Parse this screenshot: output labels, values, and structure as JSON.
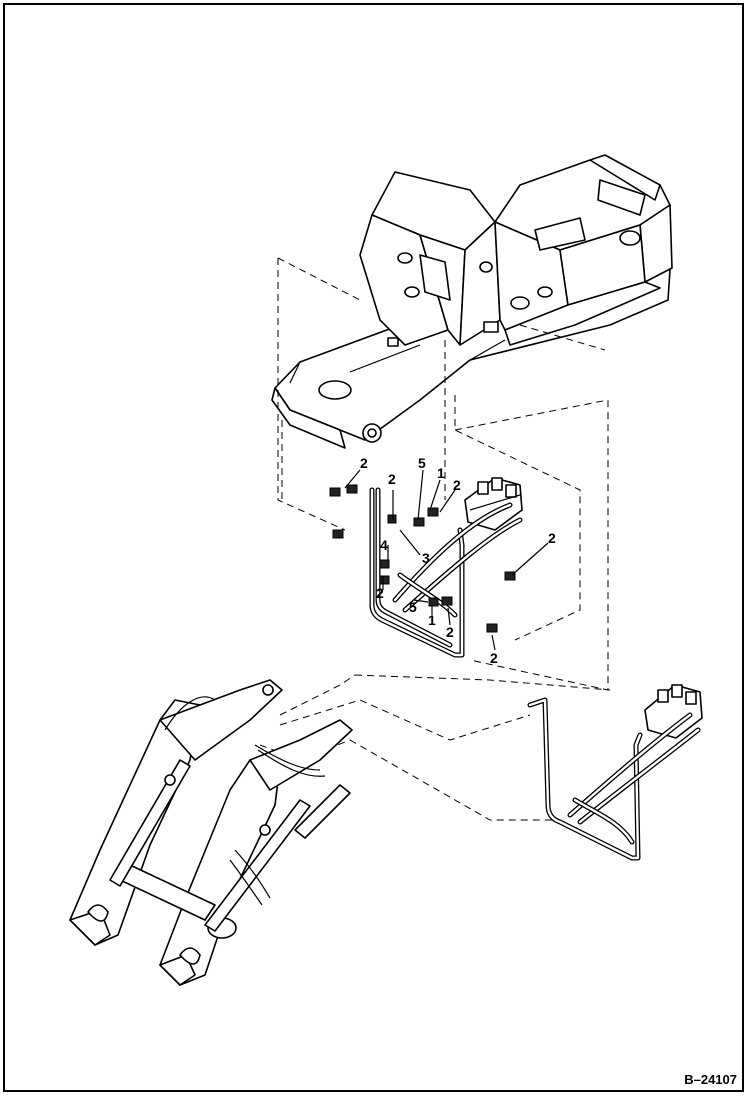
{
  "figure": {
    "number": "B–24107"
  },
  "callouts": [
    {
      "text": "2"
    },
    {
      "text": "2"
    },
    {
      "text": "5"
    },
    {
      "text": "1"
    },
    {
      "text": "2"
    },
    {
      "text": "2"
    },
    {
      "text": "4"
    },
    {
      "text": "3"
    },
    {
      "text": "2"
    },
    {
      "text": "5"
    },
    {
      "text": "1"
    },
    {
      "text": "2"
    },
    {
      "text": "2"
    }
  ],
  "icons": [
    "main-frame-illustration",
    "hydraulic-valve-illustration",
    "hydraulic-tube-illustration",
    "loader-arm-illustration"
  ]
}
